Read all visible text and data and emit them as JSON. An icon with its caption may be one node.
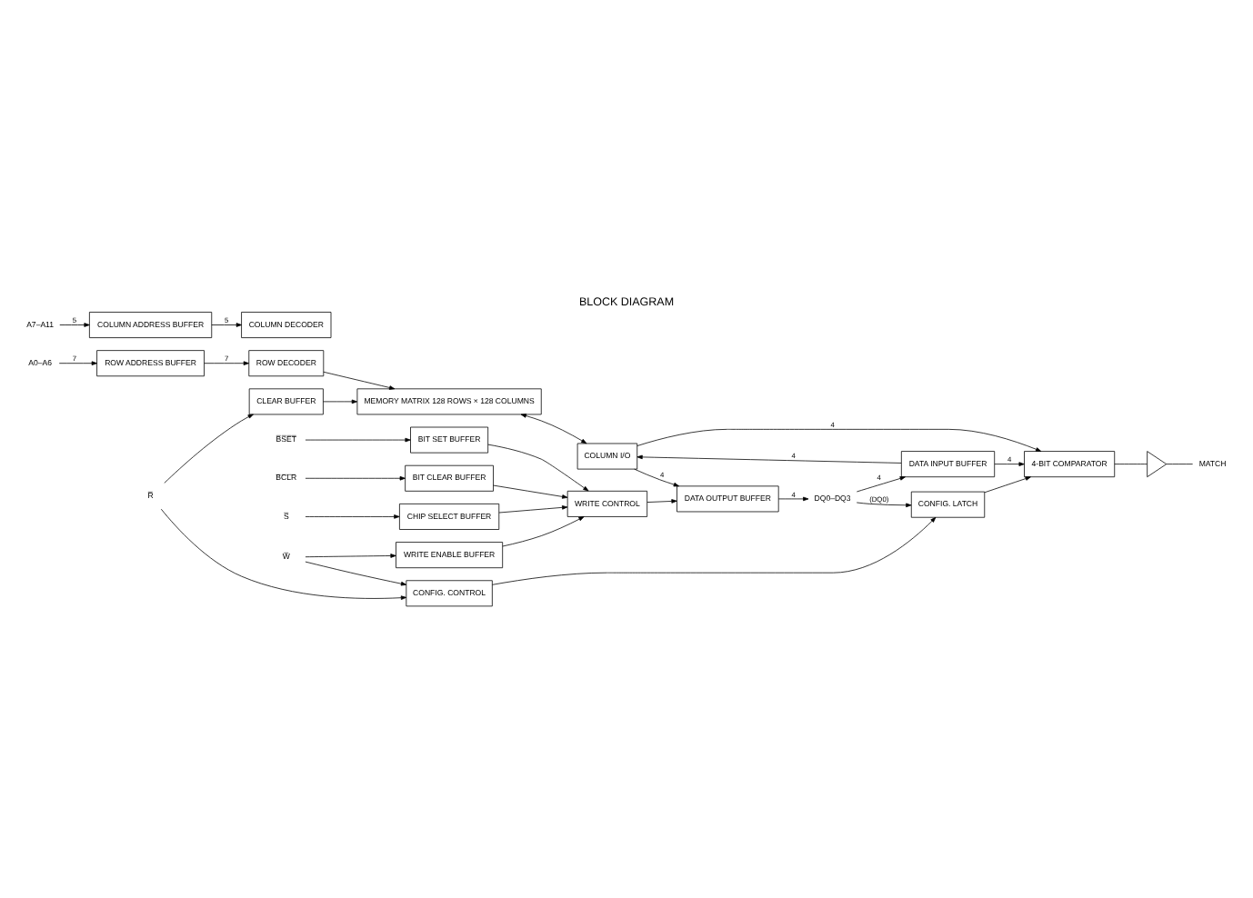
{
  "diagram": {
    "title": "BLOCK DIAGRAM",
    "nodes": [
      {
        "text": [
          "A0–A6"
        ]
      },
      {
        "text": [
          "ROW ADDRESS BUFFER"
        ]
      },
      {
        "text": [
          "ROW DECODER"
        ]
      },
      {
        "text": [
          "MEMORY MATRIX 128 ROWS × 128 COLUMNS"
        ]
      },
      {
        "text": [
          "R̅"
        ]
      },
      {
        "text": [
          "CLEAR BUFFER"
        ]
      },
      {
        "text": [
          "CONFIG. CONTROL"
        ]
      },
      {
        "text": [
          "CONFIG. LATCH"
        ]
      },
      {
        "text": [
          "4-BIT COMPARATOR"
        ]
      },
      {
        "text": [],
        "shape": "triangle"
      },
      {
        "text": [
          "MATCH"
        ]
      },
      {
        "text": [
          "DQ0–DQ3"
        ]
      },
      {
        "text": [
          "DATA OUTPUT BUFFER"
        ]
      },
      {
        "text": [
          "DATA INPUT BUFFER"
        ]
      },
      {
        "text": [
          "COLUMN I/O"
        ]
      },
      {
        "text": [
          "COLUMN DECODER"
        ]
      },
      {
        "text": [
          "W̅"
        ]
      },
      {
        "text": [
          "WRITE ENABLE BUFFER"
        ]
      },
      {
        "text": [
          "S̅"
        ]
      },
      {
        "text": [
          "CHIP SELECT BUFFER"
        ]
      },
      {
        "text": [
          "WRITE CONTROL"
        ]
      },
      {
        "text": [
          "B̅S̅E̅T̅"
        ]
      },
      {
        "text": [
          "BIT SET BUFFER"
        ]
      },
      {
        "text": [
          "B̅C̅L̅R̅"
        ]
      },
      {
        "text": [
          "BIT CLEAR BUFFER"
        ]
      },
      {
        "text": [
          "A7–A11"
        ]
      },
      {
        "text": [
          "COLUMN ADDRESS BUFFER"
        ]
      }
    ],
    "edges": [
      {
        "from": 0,
        "to": 1,
        "arrow": "to",
        "label": "7"
      },
      {
        "from": 1,
        "to": 2,
        "arrow": "to",
        "label": "7"
      },
      {
        "from": 2,
        "to": 3,
        "arrow": "to"
      },
      {
        "from": 4,
        "to": 5,
        "arrow": "to"
      },
      {
        "from": 5,
        "to": 3,
        "arrow": "to"
      },
      {
        "from": 4,
        "to": 6,
        "arrow": "to"
      },
      {
        "from": 16,
        "to": 6,
        "arrow": "to"
      },
      {
        "from": 6,
        "to": 7,
        "arrow": "to"
      },
      {
        "from": 11,
        "to": 7,
        "arrow": "to",
        "label": "(DQ0)"
      },
      {
        "from": 12,
        "to": 11,
        "arrow": "to",
        "label": "4"
      },
      {
        "from": 11,
        "to": 13,
        "arrow": "to",
        "label": "4"
      },
      {
        "from": 7,
        "to": 8,
        "arrow": "to"
      },
      {
        "from": 14,
        "to": 8,
        "arrow": "to",
        "label": "4"
      },
      {
        "from": 14,
        "to": 12,
        "arrow": "to",
        "label": "4"
      },
      {
        "from": 13,
        "to": 8,
        "arrow": "to",
        "label": "4"
      },
      {
        "from": 13,
        "to": 14,
        "arrow": "to",
        "label": "4"
      },
      {
        "from": 20,
        "to": 12,
        "arrow": "to"
      },
      {
        "from": 8,
        "to": 9,
        "arrow": "none"
      },
      {
        "from": 9,
        "to": 10,
        "arrow": "none"
      },
      {
        "from": 3,
        "to": 14,
        "arrow": "both"
      },
      {
        "from": 26,
        "to": 15,
        "arrow": "to",
        "label": "5"
      },
      {
        "from": 16,
        "to": 17,
        "arrow": "to"
      },
      {
        "from": 18,
        "to": 19,
        "arrow": "to"
      },
      {
        "from": 21,
        "to": 22,
        "arrow": "to"
      },
      {
        "from": 23,
        "to": 24,
        "arrow": "to"
      },
      {
        "from": 25,
        "to": 26,
        "arrow": "to",
        "label": "5"
      },
      {
        "from": 17,
        "to": 20,
        "arrow": "to"
      },
      {
        "from": 19,
        "to": 20,
        "arrow": "to"
      },
      {
        "from": 22,
        "to": 20,
        "arrow": "to"
      },
      {
        "from": 24,
        "to": 20,
        "arrow": "to"
      }
    ]
  }
}
